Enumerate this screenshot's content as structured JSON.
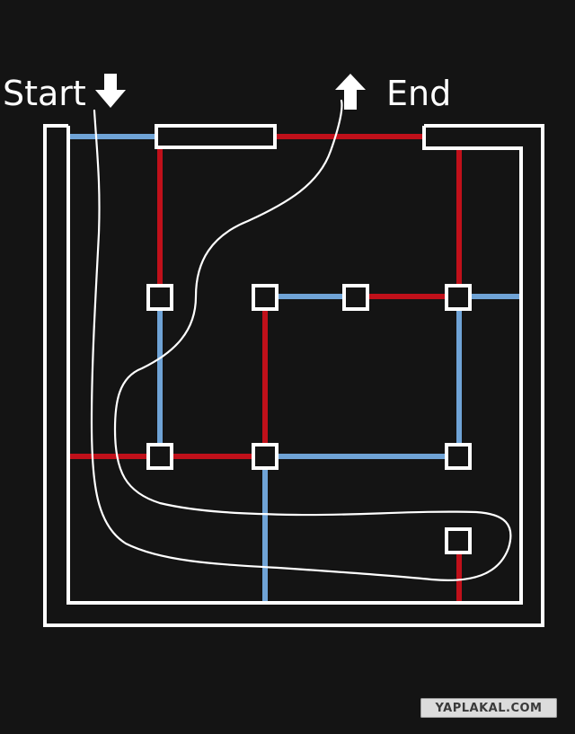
{
  "labels": {
    "start": "Start",
    "end": "End"
  },
  "watermark": "YAPLAKAL.COM",
  "colors": {
    "background": "#141414",
    "wall": "#ffffff",
    "path_red": "#c0101a",
    "path_blue": "#6fa3d6",
    "trace": "#ffffff"
  },
  "icons": {
    "start_arrow": "arrow-down-icon",
    "end_arrow": "arrow-up-icon"
  }
}
